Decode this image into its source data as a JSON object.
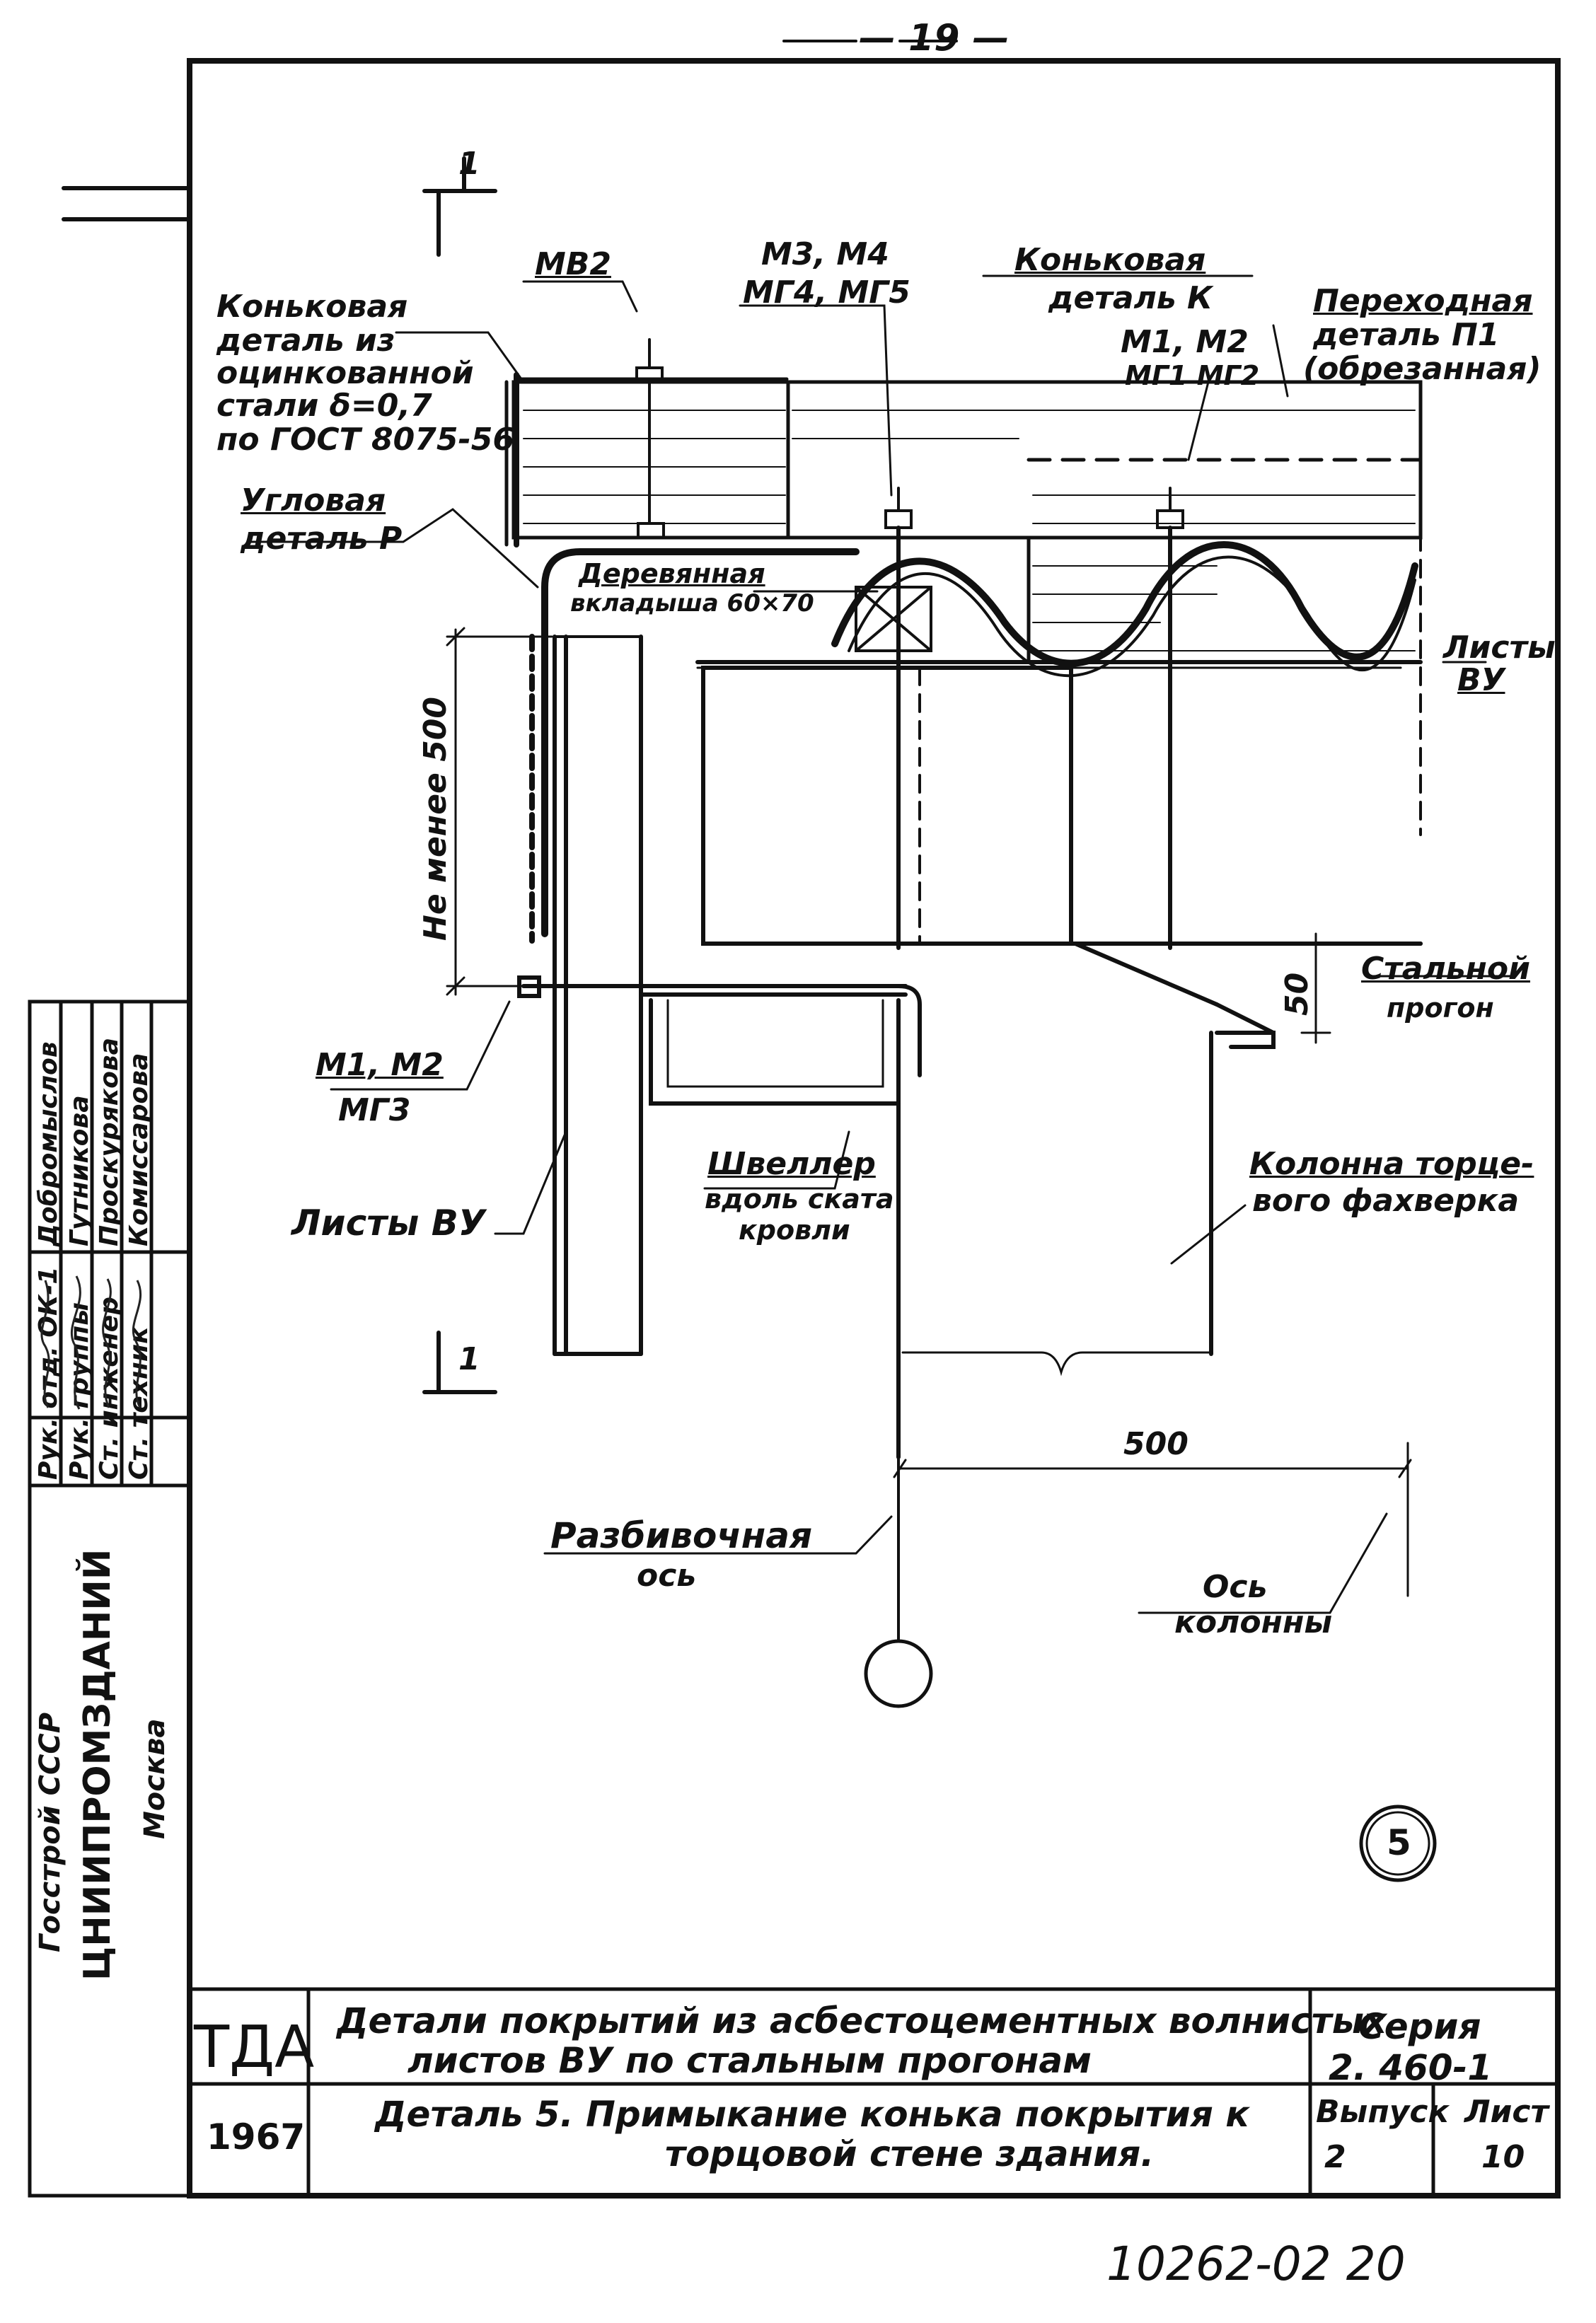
{
  "page": {
    "number": "— 19 —",
    "archive_number": "10262-02 20"
  },
  "drawing": {
    "labels": {
      "section_mark": "1",
      "ridge_galv_1": "Коньковая",
      "ridge_galv_2": "деталь из",
      "ridge_galv_3": "оцинкованной",
      "ridge_galv_4": "стали δ=0,7",
      "ridge_galv_5": "по ГОСТ 8075-56",
      "mb2": "МВ2",
      "m3m4": "М3, М4",
      "mg4mg5": "МГ4, МГ5",
      "ridge_k_1": "Коньковая",
      "ridge_k_2": "деталь К",
      "transition_1": "Переходная",
      "transition_2": "деталь П1",
      "transition_3": "(обрезанная)",
      "m1m2_top": "М1, М2",
      "mg1mg2": "МГ1 МГ2",
      "corner_1": "Угловая",
      "corner_2": "деталь Р",
      "wooden_1": "Деревянная",
      "wooden_2": "вкладыша 60×70",
      "sheets_vu_right_1": "Листы",
      "sheets_vu_right_2": "ВУ",
      "min_500": "Не менее 500",
      "steel_purlin_1": "Стальной",
      "steel_purlin_2": "прогон",
      "dim_50": "50",
      "m1m2_left": "М1, М2",
      "mg3": "МГ3",
      "channel_1": "Швеллер",
      "channel_2": "вдоль ската",
      "channel_3": "кровли",
      "column_1": "Колонна торце-",
      "column_2": "вого фахверка",
      "sheets_vu_left": "Листы ВУ",
      "dim_500": "500",
      "layout_axis_1": "Разбивочная",
      "layout_axis_2": "ось",
      "column_axis_1": "Ось",
      "column_axis_2": "колонны",
      "detail_number": "5"
    }
  },
  "stamp": {
    "org_1": "Госстрой СССР",
    "org_2": "ЦНИИПРОМЗДАНИЙ",
    "org_3": "Москва",
    "roles": [
      "Рук. отд. ОК-1",
      "Рук. группы",
      "Ст. инженер",
      "Ст. техник"
    ],
    "names": [
      "Добромыслов",
      "Гутникова",
      "Проскурякова",
      "Комиссарова"
    ],
    "logo": "ТДА",
    "year": "1967",
    "title_1": "Детали   покрытий из асбестоцементных волнистых",
    "title_2": "листов ВУ  по стальным       прогонам",
    "subtitle_1": "Деталь 5.   Примыкание   конька   покрытия к",
    "subtitle_2": "торцовой   стене  здания.",
    "series_label": "Серия",
    "series_value": "2. 460-1",
    "issue_label": "Выпуск",
    "issue_value": "2",
    "sheet_label": "Лист",
    "sheet_value": "10"
  }
}
